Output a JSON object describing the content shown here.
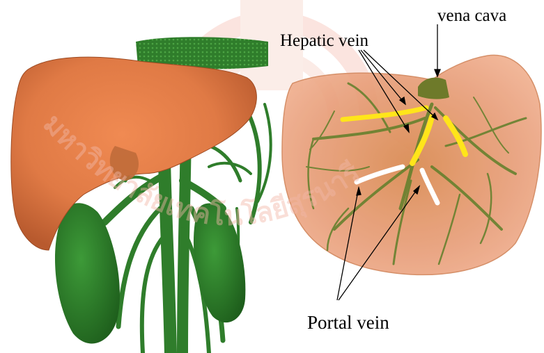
{
  "labels": {
    "vena_cava": "vena cava",
    "hepatic_vein": "Hepatic vein",
    "portal_vein": "Portal vein"
  },
  "watermark": {
    "text": "มหาวิทยาลัยเทคโนโลยีสุรนารี"
  },
  "colors": {
    "liver": "#e07a45",
    "liver_translucent": "#e9a07c",
    "vessels": "#2f7d2b",
    "hepatic_vein_highlight": "#ffe51a",
    "portal_vein_highlight": "#ffffff",
    "watermark": "#f2b8a8"
  }
}
